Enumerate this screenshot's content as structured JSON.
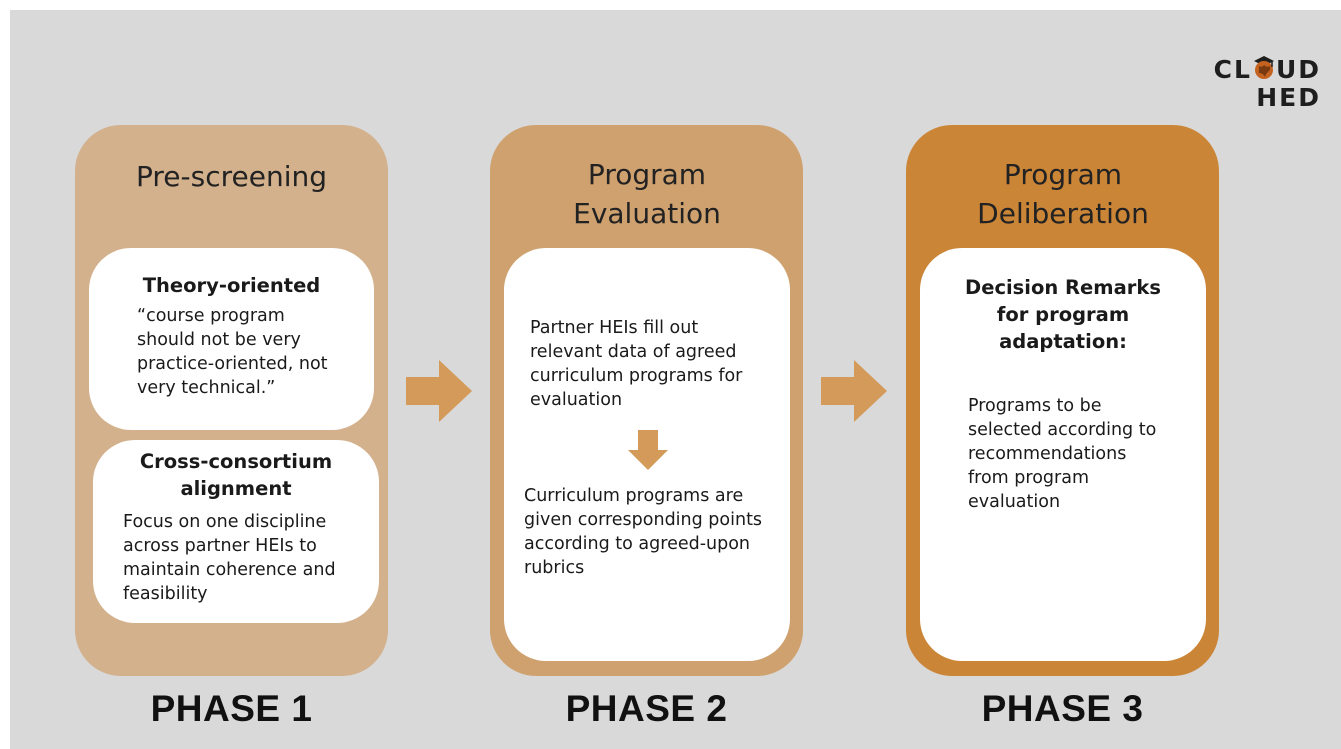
{
  "logo": {
    "line1": "CLOUD",
    "line2": "HED",
    "text_before_globe": "CL",
    "text_after_globe": "UD"
  },
  "colors": {
    "background": "#d9d9d9",
    "phase1": "#d3b18d",
    "phase2": "#cfa16f",
    "phase3": "#cb8537",
    "arrow": "#d49a5a",
    "logo_globe": "#c4621f"
  },
  "phases": [
    {
      "label": "PHASE 1",
      "title": "Pre-screening",
      "cards": [
        {
          "heading": "Theory-oriented",
          "text": "“course program should not be very practice-oriented, not very technical.”"
        },
        {
          "heading": "Cross-consortium alignment",
          "text": "Focus on one discipline across partner HEIs to maintain coherence and feasibility"
        }
      ]
    },
    {
      "label": "PHASE 2",
      "title": "Program Evaluation",
      "steps": [
        "Partner HEIs fill out relevant data of agreed curriculum programs for evaluation",
        "Curriculum programs are given corresponding points according to agreed-upon rubrics"
      ],
      "step_arrow_icon": "down-arrow-icon"
    },
    {
      "label": "PHASE 3",
      "title": "Program Deliberation",
      "heading": "Decision Remarks for program adaptation:",
      "text": "Programs to be selected according to recommendations from program evaluation"
    }
  ],
  "connectors": [
    "right-arrow-icon",
    "right-arrow-icon"
  ]
}
